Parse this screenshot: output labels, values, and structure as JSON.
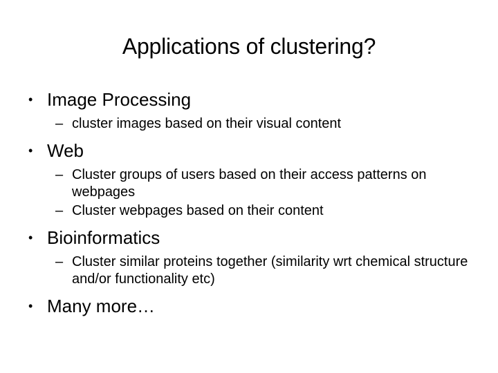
{
  "slide": {
    "title": "Applications of clustering?",
    "background_color": "#ffffff",
    "text_color": "#000000",
    "bullet_marker": "•",
    "sub_marker": "–",
    "items": [
      {
        "level": 1,
        "text": "Image Processing",
        "children": [
          {
            "level": 2,
            "text": "cluster images based on their visual content"
          }
        ]
      },
      {
        "level": 1,
        "text": "Web",
        "children": [
          {
            "level": 2,
            "text": "Cluster groups of users based on their access patterns on webpages"
          },
          {
            "level": 2,
            "text": "Cluster webpages based on their content"
          }
        ]
      },
      {
        "level": 1,
        "text": "Bioinformatics",
        "children": [
          {
            "level": 2,
            "text": "Cluster similar proteins together (similarity wrt chemical structure and/or functionality etc)"
          }
        ]
      },
      {
        "level": 1,
        "text": "Many more…",
        "children": []
      }
    ]
  }
}
